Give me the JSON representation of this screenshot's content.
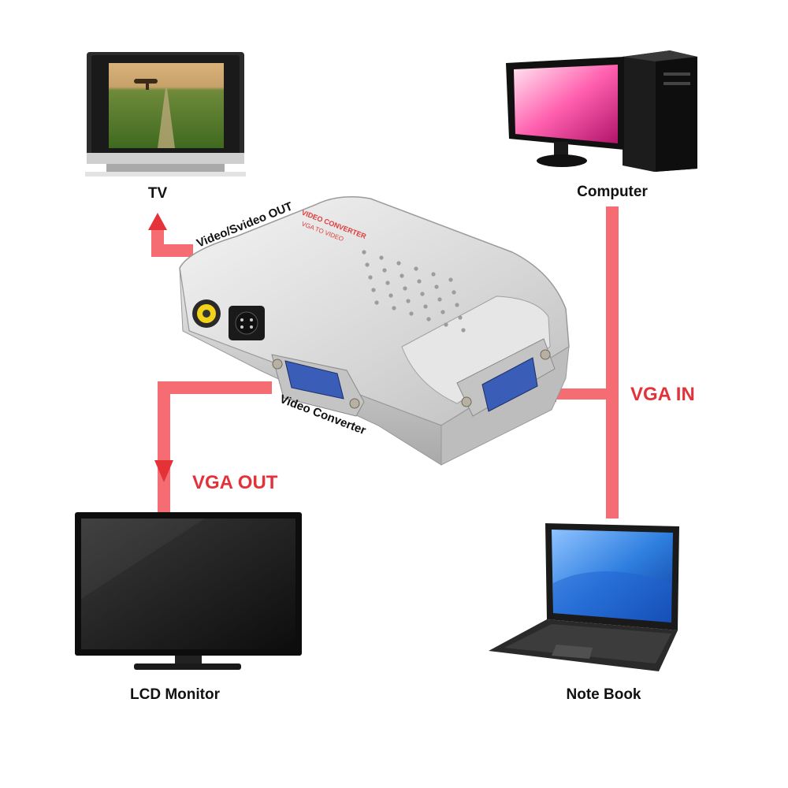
{
  "colors": {
    "connector": "#f56d72",
    "arrow": "#e53238",
    "label_accent": "#e4323a",
    "device_silver": "#d9d9d9",
    "port_blue": "#3a5db8"
  },
  "devices": {
    "tv": {
      "label": "TV",
      "icon": "crt-tv-icon"
    },
    "computer": {
      "label": "Computer",
      "icon": "desktop-computer-icon"
    },
    "lcd_monitor": {
      "label": "LCD Monitor",
      "icon": "lcd-monitor-icon"
    },
    "notebook": {
      "label": "Note Book",
      "icon": "laptop-icon"
    }
  },
  "converter": {
    "side_label": "Video Converter",
    "top_label": "Video/Svideo OUT",
    "face_text_1": "VIDEO CONVERTER",
    "face_text_2": "VGA TO VIDEO",
    "icon": "vga-video-converter-icon"
  },
  "connections": {
    "vga_in": "VGA IN",
    "vga_out": "VGA OUT"
  }
}
